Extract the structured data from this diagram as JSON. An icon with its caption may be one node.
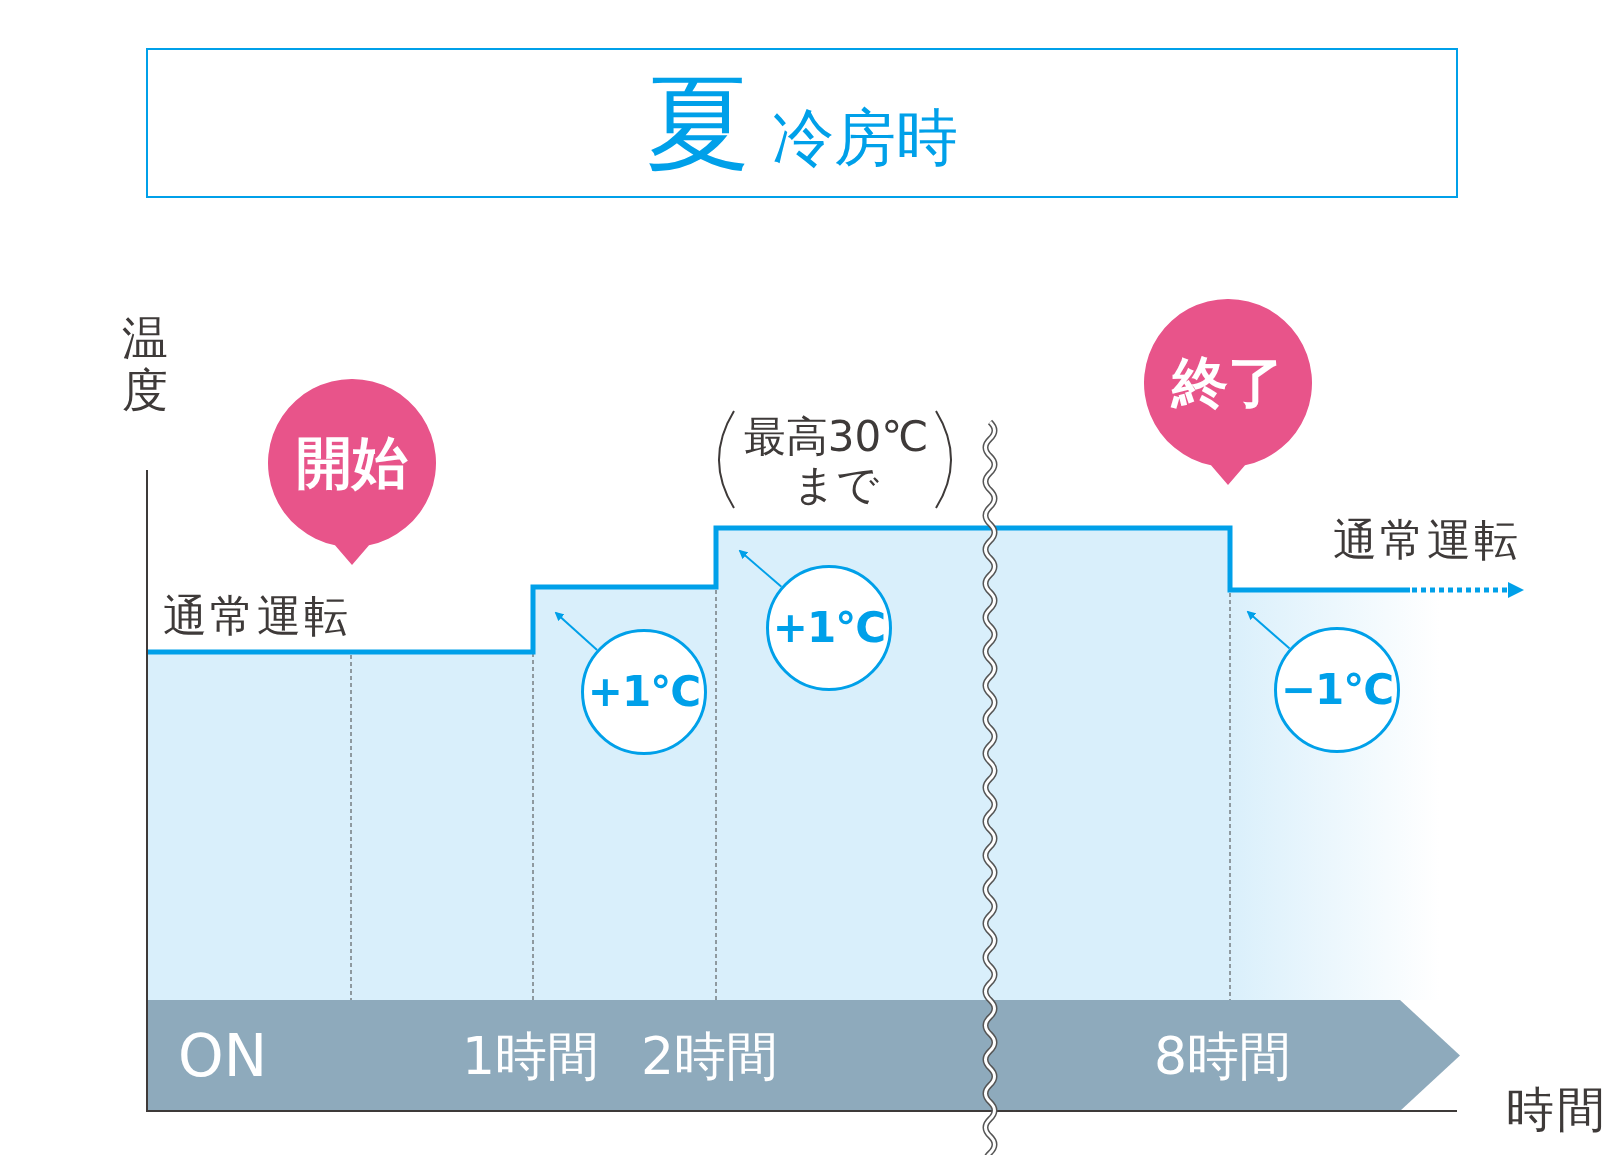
{
  "diagram": {
    "nodes": [
      {
        "text": [
          "夏",
          "冷房時"
        ]
      },
      {
        "text": [
          "開始"
        ]
      },
      {
        "text": [
          "+1℃"
        ]
      },
      {
        "text": [
          "+1℃"
        ]
      },
      {
        "text": [
          "終了"
        ]
      },
      {
        "text": [
          "−1℃"
        ]
      },
      {
        "text": [
          "ON",
          "1時間",
          "2時間",
          "8時間"
        ]
      }
    ],
    "edges": [
      {
        "from": 2,
        "to": null,
        "arrow": "to"
      },
      {
        "from": 3,
        "to": null,
        "arrow": "to"
      },
      {
        "from": 5,
        "to": null,
        "arrow": "to"
      }
    ],
    "labels": [
      "温度",
      "通常運転",
      "最高30℃まで",
      "通常運転",
      "時間"
    ]
  }
}
